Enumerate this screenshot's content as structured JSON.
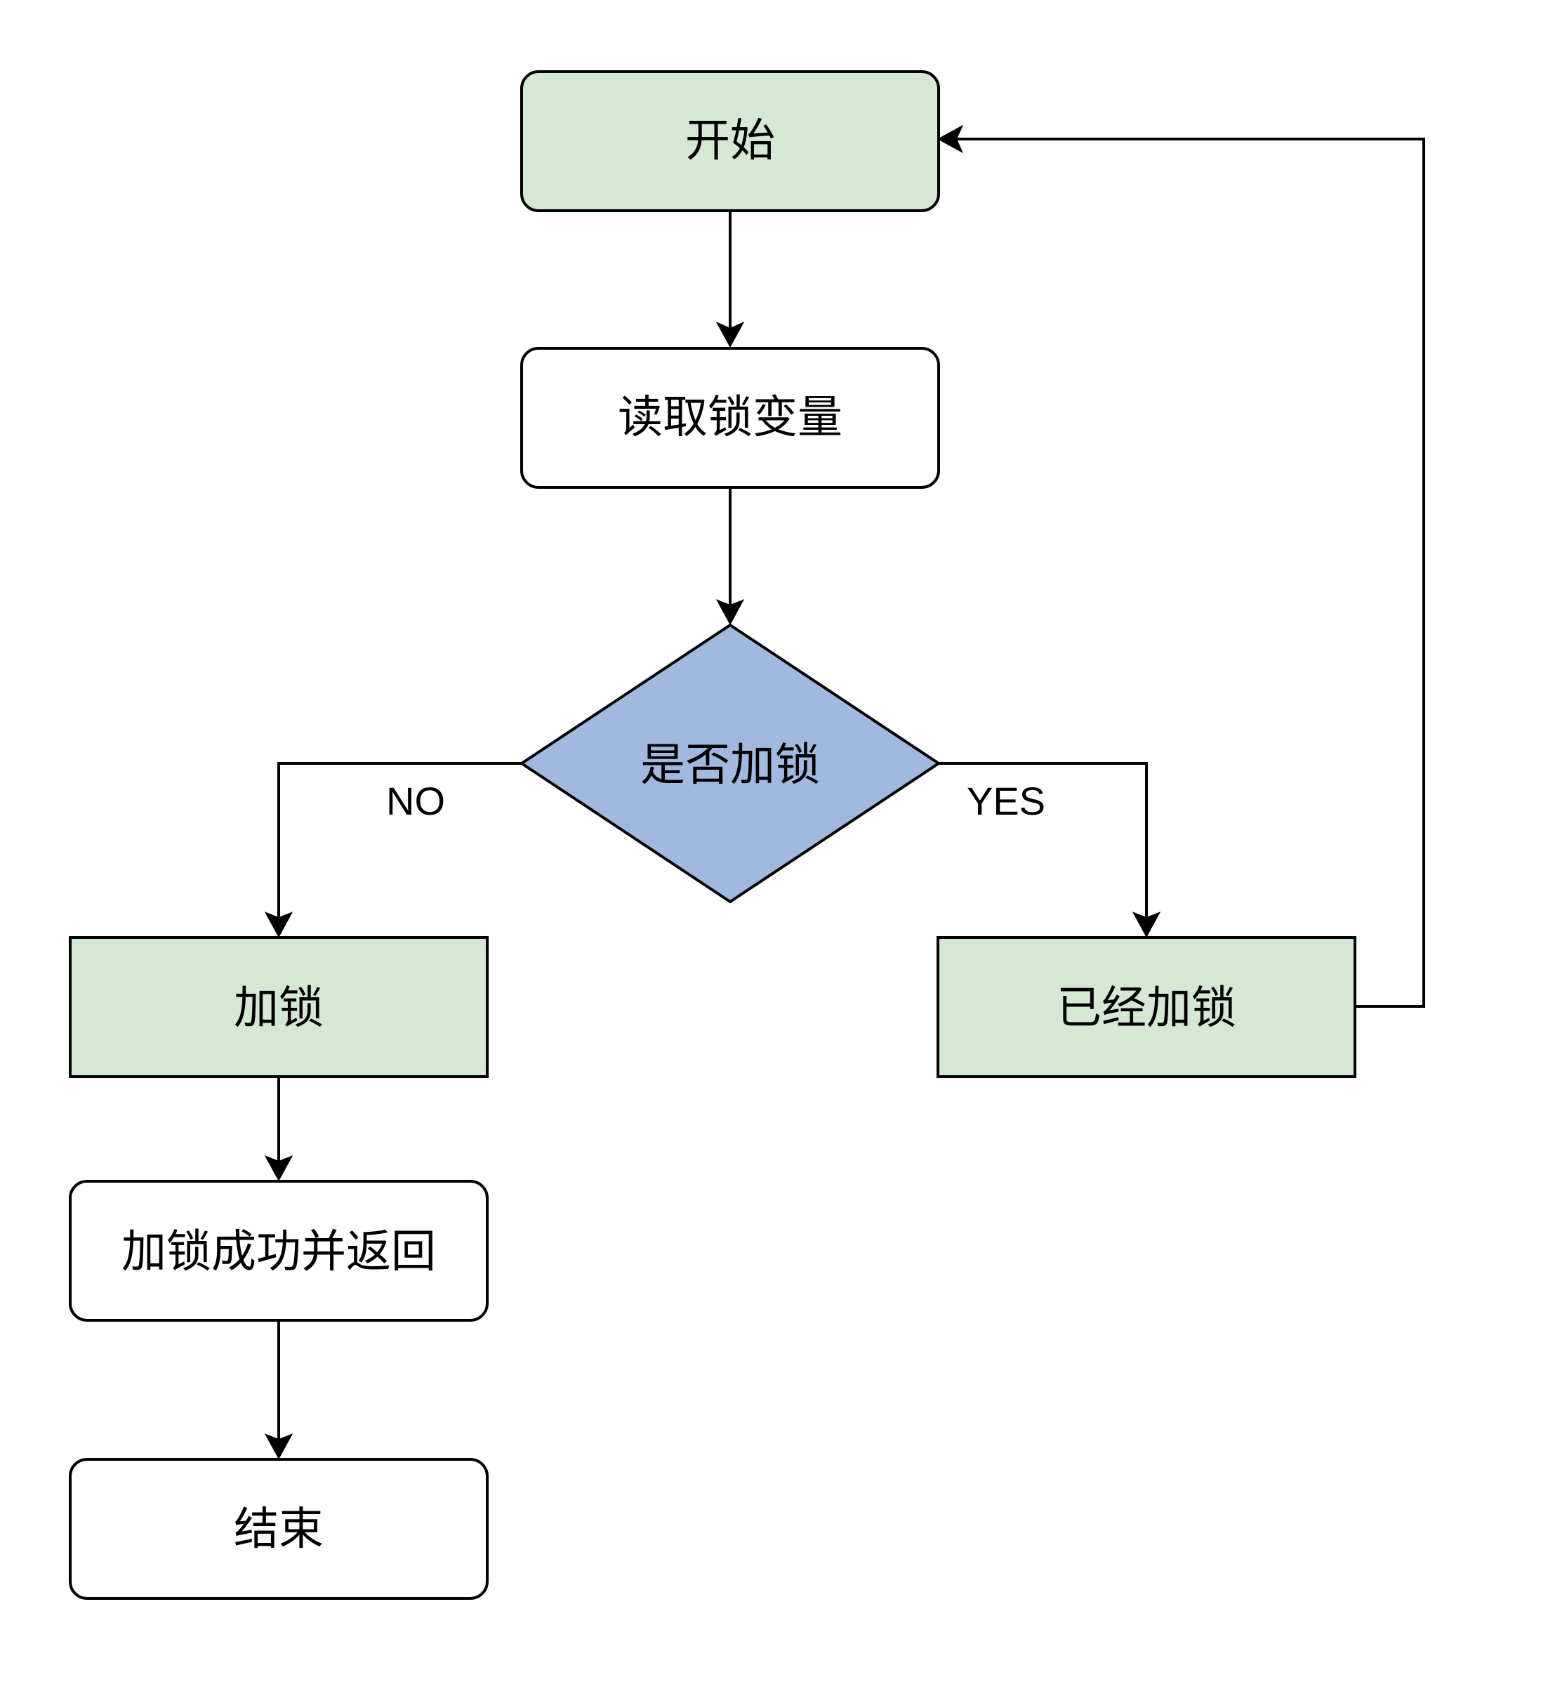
{
  "nodes": {
    "start": {
      "label": "开始",
      "fill": "#d5e8d4"
    },
    "read_lock_var": {
      "label": "读取锁变量",
      "fill": "#ffffff"
    },
    "is_locked": {
      "label": "是否加锁",
      "fill": "#a1b9df"
    },
    "lock": {
      "label": "加锁",
      "fill": "#d5e8d4"
    },
    "already_locked": {
      "label": "已经加锁",
      "fill": "#d5e8d4"
    },
    "lock_success_return": {
      "label": "加锁成功并返回",
      "fill": "#ffffff"
    },
    "end": {
      "label": "结束",
      "fill": "#ffffff"
    }
  },
  "edges": {
    "no_label": "NO",
    "yes_label": "YES"
  },
  "colors": {
    "stroke": "#000000",
    "background": "#ffffff"
  }
}
